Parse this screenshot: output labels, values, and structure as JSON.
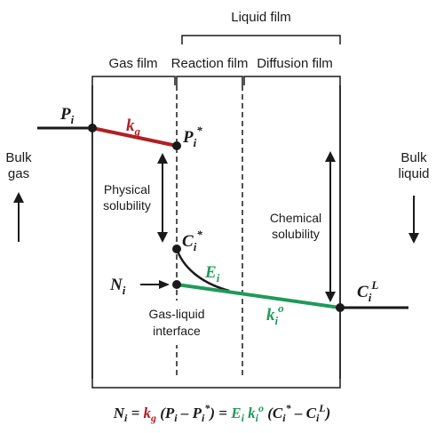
{
  "header": {
    "liquid_film": "Liquid film",
    "gas_film": "Gas film",
    "reaction_film": "Reaction film",
    "diffusion_film": "Diffusion film"
  },
  "side_labels": {
    "bulk_gas_line1": "Bulk",
    "bulk_gas_line2": "gas",
    "bulk_liquid_line1": "Bulk",
    "bulk_liquid_line2": "liquid"
  },
  "annotations": {
    "physical_line1": "Physical",
    "physical_line2": "solubility",
    "chemical_line1": "Chemical",
    "chemical_line2": "solubility",
    "interface_line1": "Gas-liquid",
    "interface_line2": "interface"
  },
  "symbols": {
    "Pi_base": "P",
    "Pi_sub": "i",
    "kg_base": "k",
    "kg_sub": "g",
    "Pistar_base": "P",
    "Pistar_sub": "i",
    "Pistar_sup": "*",
    "Cistar_base": "C",
    "Cistar_sub": "i",
    "Cistar_sup": "*",
    "Ni_base": "N",
    "Ni_sub": "i",
    "Ei_base": "E",
    "Ei_sub": "i",
    "kio_base": "k",
    "kio_sub": "i",
    "kio_sup": "o",
    "CiL_base": "C",
    "CiL_sub": "i",
    "CiL_sup": "L"
  },
  "equation": {
    "lhs_N": "N",
    "lhs_i": "i",
    "eq1": " = ",
    "kg_k": "k",
    "kg_g": "g",
    "p1": " (P",
    "p1_i": "i",
    "p1_minus": " – P",
    "p1_i2": "i",
    "p1_star": "*",
    "p1_close": ")",
    "eq2": " = ",
    "E": "E",
    "E_i": "i",
    "sp": " ",
    "k": "k",
    "k_i": "i",
    "k_o": "o",
    "p2": " (C",
    "p2_i": "i",
    "p2_star": "*",
    "p2_minus": " – C",
    "p2_i2": "i",
    "p2_L": "L",
    "p2_close": ")"
  },
  "colors": {
    "gas_line": "#b01f24",
    "liquid_line": "#1f9a5a",
    "ink": "#1a1a1a"
  }
}
